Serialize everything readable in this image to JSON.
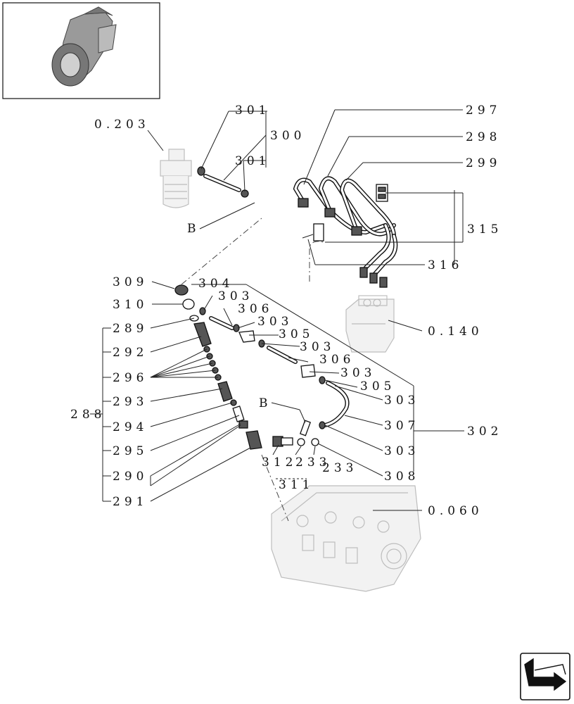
{
  "callouts": [
    {
      "id": "c0203",
      "text": "0.203"
    },
    {
      "id": "c301a",
      "text": "301"
    },
    {
      "id": "c300",
      "text": "300"
    },
    {
      "id": "c301b",
      "text": "301"
    },
    {
      "id": "cB1",
      "text": "B"
    },
    {
      "id": "c297",
      "text": "297"
    },
    {
      "id": "c298",
      "text": "298"
    },
    {
      "id": "c299",
      "text": "299"
    },
    {
      "id": "c315",
      "text": "315"
    },
    {
      "id": "c316",
      "text": "316"
    },
    {
      "id": "c0140",
      "text": "0.140"
    },
    {
      "id": "c309",
      "text": "309"
    },
    {
      "id": "c310",
      "text": "310"
    },
    {
      "id": "c304",
      "text": "304"
    },
    {
      "id": "c303a",
      "text": "303"
    },
    {
      "id": "c306a",
      "text": "306"
    },
    {
      "id": "c303b",
      "text": "303"
    },
    {
      "id": "c305a",
      "text": "305"
    },
    {
      "id": "c303c",
      "text": "303"
    },
    {
      "id": "c306b",
      "text": "306"
    },
    {
      "id": "c303d",
      "text": "303"
    },
    {
      "id": "c305b",
      "text": "305"
    },
    {
      "id": "c303e",
      "text": "303"
    },
    {
      "id": "c307",
      "text": "307"
    },
    {
      "id": "c302",
      "text": "302"
    },
    {
      "id": "c303f",
      "text": "303"
    },
    {
      "id": "c308",
      "text": "308"
    },
    {
      "id": "cB2",
      "text": "B"
    },
    {
      "id": "c289",
      "text": "289"
    },
    {
      "id": "c292",
      "text": "292"
    },
    {
      "id": "c296",
      "text": "296"
    },
    {
      "id": "c293",
      "text": "293"
    },
    {
      "id": "c288",
      "text": "288"
    },
    {
      "id": "c294",
      "text": "294"
    },
    {
      "id": "c295",
      "text": "295"
    },
    {
      "id": "c290",
      "text": "290"
    },
    {
      "id": "c291",
      "text": "291"
    },
    {
      "id": "c312",
      "text": "312"
    },
    {
      "id": "c233a",
      "text": "233"
    },
    {
      "id": "c233b",
      "text": "233"
    },
    {
      "id": "c311",
      "text": "311"
    },
    {
      "id": "c0060",
      "text": "0.060"
    }
  ]
}
